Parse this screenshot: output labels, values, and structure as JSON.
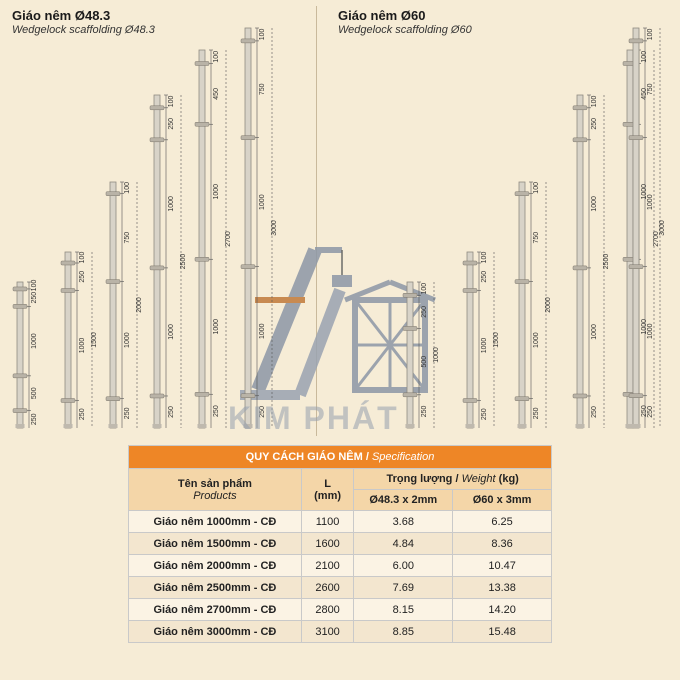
{
  "left_header": {
    "title": "Giáo nêm Ø48.3",
    "subtitle": "Wedgelock scaffolding Ø48.3"
  },
  "right_header": {
    "title": "Giáo nêm Ø60",
    "subtitle": "Wedgelock scaffolding Ø60"
  },
  "watermark": "KIM PHÁT",
  "left_posts": [
    {
      "dims": [
        "250",
        "500",
        "1000",
        "250",
        "100"
      ]
    },
    {
      "dims": [
        "250",
        "1000",
        "250",
        "100"
      ],
      "total": "1500"
    },
    {
      "dims": [
        "250",
        "1000",
        "750",
        "100"
      ],
      "total": "2000"
    },
    {
      "dims": [
        "250",
        "1000",
        "1000",
        "250",
        "100"
      ],
      "total": "2500"
    },
    {
      "dims": [
        "250",
        "1000",
        "1000",
        "450",
        "100"
      ],
      "total": "2700"
    },
    {
      "dims": [
        "250",
        "1000",
        "1000",
        "750",
        "100"
      ],
      "total": "3000"
    }
  ],
  "right_posts": [
    {
      "dims": [
        "250",
        "500",
        "250",
        "100"
      ],
      "total": "1000"
    },
    {
      "dims": [
        "250",
        "1000",
        "250",
        "100"
      ],
      "total": "1500"
    },
    {
      "dims": [
        "250",
        "1000",
        "750",
        "100"
      ],
      "total": "2000"
    },
    {
      "dims": [
        "250",
        "1000",
        "1000",
        "250",
        "100"
      ],
      "total": "2500"
    },
    {
      "dims": [
        "250",
        "1000",
        "1000",
        "450",
        "100"
      ],
      "total": "2700"
    },
    {
      "dims": [
        "250",
        "1000",
        "1000",
        "750",
        "100"
      ],
      "total": "3000"
    }
  ],
  "spec_table": {
    "title": "QUY CÁCH GIÁO NÊM",
    "title_en": "Specification",
    "col_product": "Tên sản phẩm",
    "col_product_en": "Products",
    "col_l": "L",
    "col_l_unit": "(mm)",
    "col_weight": "Trọng lượng",
    "col_weight_en": "Weight",
    "col_weight_unit": "(kg)",
    "col_d48": "Ø48.3 x 2mm",
    "col_d60": "Ø60 x 3mm",
    "rows": [
      {
        "product": "Giáo nêm 1000mm - CĐ",
        "l": "1100",
        "w48": "3.68",
        "w60": "6.25"
      },
      {
        "product": "Giáo nêm 1500mm - CĐ",
        "l": "1600",
        "w48": "4.84",
        "w60": "8.36"
      },
      {
        "product": "Giáo nêm 2000mm - CĐ",
        "l": "2100",
        "w48": "6.00",
        "w60": "10.47"
      },
      {
        "product": "Giáo nêm 2500mm - CĐ",
        "l": "2600",
        "w48": "7.69",
        "w60": "13.38"
      },
      {
        "product": "Giáo nêm 2700mm - CĐ",
        "l": "2800",
        "w48": "8.15",
        "w60": "14.20"
      },
      {
        "product": "Giáo nêm 3000mm - CĐ",
        "l": "3100",
        "w48": "8.85",
        "w60": "15.48"
      }
    ]
  }
}
